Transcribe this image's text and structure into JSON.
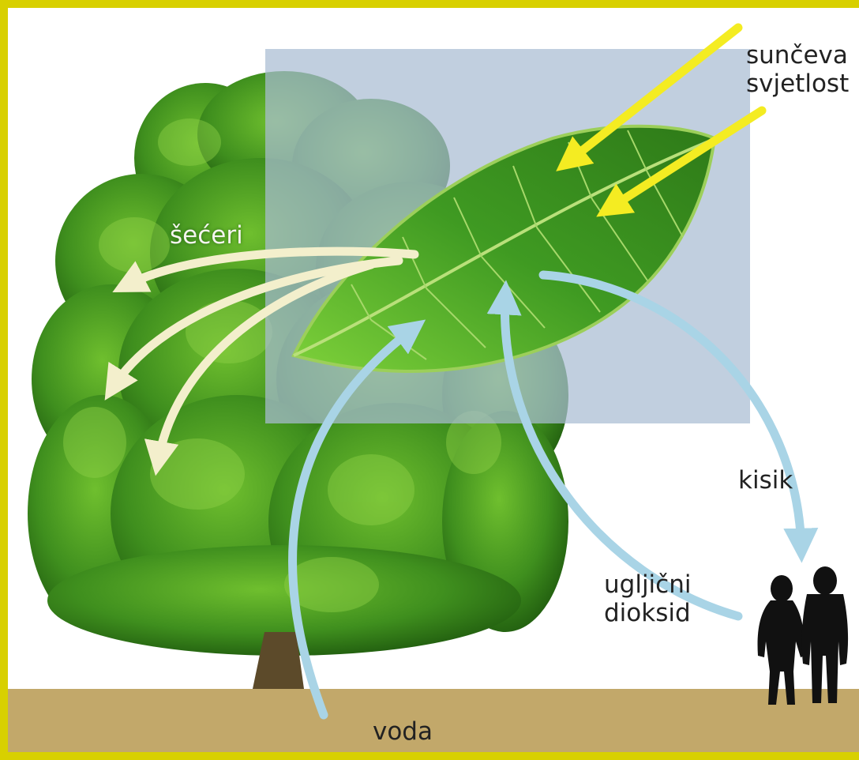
{
  "labels": {
    "sunlight": [
      "sunčeva",
      "svjetlost"
    ],
    "sugars": "šećeri",
    "oxygen": "kisik",
    "carbon_dioxide": [
      "ugljični",
      "dioksid"
    ],
    "water": "voda"
  },
  "colors": {
    "frame": "#d8d000",
    "ground": "#c2a86a",
    "inset_panel": "#a9bcd2",
    "sunlight_arrow": "#f4ec22",
    "sugar_arrow": "#f3efcc",
    "gas_water_arrow": "#a9d4e6",
    "tree_foliage": "#3f8f1e",
    "leaf": "#4aa428",
    "people": "#111111"
  }
}
